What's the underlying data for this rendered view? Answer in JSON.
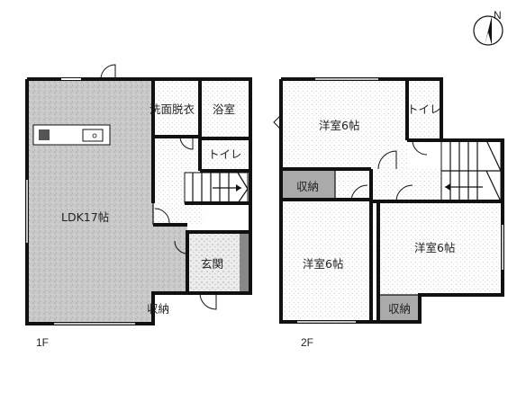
{
  "compass": {
    "north_label": "N"
  },
  "floor1": {
    "label": "1F",
    "rooms": {
      "ldk": "LDK17帖",
      "washroom": "洗面脱衣",
      "bathroom": "浴室",
      "toilet": "トイレ",
      "entrance": "玄関",
      "storage": "収納"
    }
  },
  "floor2": {
    "label": "2F",
    "rooms": {
      "western_top": "洋室6帖",
      "toilet": "トイレ",
      "closet_top": "収納",
      "western_left": "洋室6帖",
      "western_right": "洋室6帖",
      "closet_bottom": "収納"
    }
  },
  "colors": {
    "wall": "#111111",
    "floor": "#cfcfcf",
    "white_area": "#ffffff"
  }
}
